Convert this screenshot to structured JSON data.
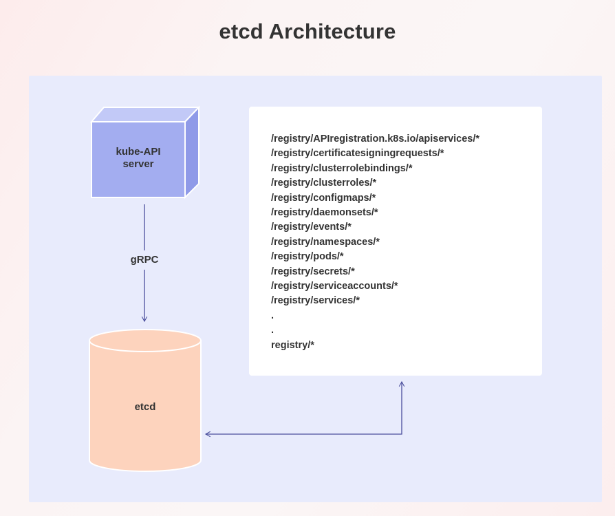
{
  "title": "etcd Architecture",
  "nodes": {
    "kube_api_server": {
      "label_line1": "kube-API",
      "label_line2": "server"
    },
    "etcd": {
      "label": "etcd"
    }
  },
  "edges": {
    "grpc": {
      "label": "gRPC"
    }
  },
  "registry_keys": [
    "/registry/APIregistration.k8s.io/apiservices/*",
    "/registry/certificatesigningrequests/*",
    "/registry/clusterrolebindings/*",
    "/registry/clusterroles/*",
    "/registry/configmaps/*",
    "/registry/daemonsets/*",
    "/registry/events/*",
    "/registry/namespaces/*",
    "/registry/pods/*",
    "/registry/secrets/*",
    "/registry/serviceaccounts/*",
    "/registry/services/*",
    ".",
    ".",
    "registry/*"
  ],
  "colors": {
    "title_text": "#333333",
    "panel_background": "#e8ebfc",
    "cube_front": "#a3adf0",
    "cube_top": "#c2c9f7",
    "cube_side": "#8f9ae8",
    "cylinder_fill": "#fdd3bd",
    "cylinder_stroke": "#ffffff",
    "arrow": "#4a4e9c",
    "registry_box": "#ffffff"
  }
}
